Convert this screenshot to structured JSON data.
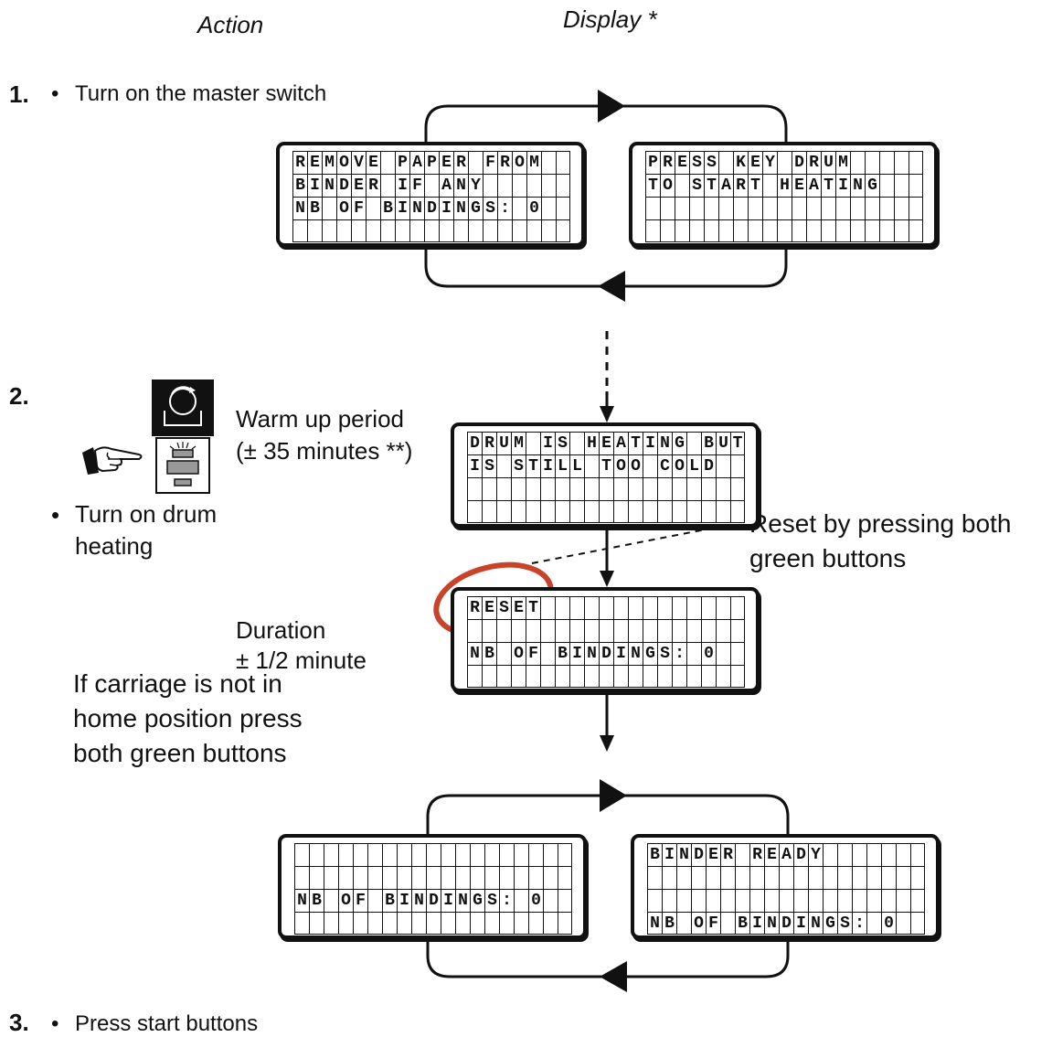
{
  "headers": {
    "action": "Action",
    "display": "Display *"
  },
  "steps": [
    {
      "num": "1.",
      "bullet": "•",
      "text": "Turn on the master switch"
    },
    {
      "num": "2.",
      "bullet": "•",
      "text_line1": "Turn on drum",
      "text_line2": "heating"
    },
    {
      "num": "3.",
      "bullet": "•",
      "text": "Press start buttons"
    }
  ],
  "labels": {
    "warmup_line1": "Warm up period",
    "warmup_line2": "(± 35 minutes **)",
    "duration_line1": "Duration",
    "duration_line2": "± 1/2 minute",
    "carriage_line1": "If carriage is not in",
    "carriage_line2": "home position press",
    "carriage_line3": "both green buttons",
    "reset_line1": "Reset by pressing both",
    "reset_line2": "green buttons"
  },
  "displays": [
    {
      "id": "remove-paper",
      "rows": [
        "REMOVE PAPER FROM",
        "BINDER IF ANY",
        "NB OF BINDINGS: 0",
        ""
      ]
    },
    {
      "id": "press-key",
      "rows": [
        "PRESS KEY DRUM",
        "TO START HEATING",
        "",
        ""
      ]
    },
    {
      "id": "drum-heating",
      "rows": [
        "DRUM IS HEATING BUT",
        "IS STILL TOO COLD",
        "",
        ""
      ]
    },
    {
      "id": "reset",
      "rows": [
        "RESET",
        "",
        "NB OF BINDINGS: 0",
        ""
      ]
    },
    {
      "id": "nb-bindings",
      "rows": [
        "",
        "",
        "NB OF BINDINGS: 0",
        ""
      ]
    },
    {
      "id": "binder-ready",
      "rows": [
        "BINDER READY",
        "",
        "",
        "NB OF BINDINGS: 0"
      ]
    }
  ],
  "colors": {
    "ink": "#111111",
    "highlight_circle": "#c8432a"
  },
  "icons": [
    "drum-heating-key-icon",
    "pointing-hand-icon",
    "control-panel-icon"
  ]
}
